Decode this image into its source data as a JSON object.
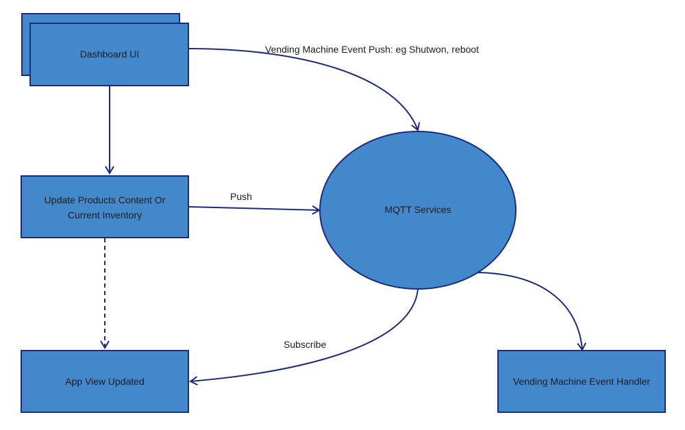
{
  "colors": {
    "node_fill": "#4488cc",
    "node_stroke": "#1a2a80",
    "edge": "#1a2a80"
  },
  "nodes": {
    "dashboard_ui": "Dashboard UI",
    "update_products": [
      "Update Products Content Or",
      "Current Inventory"
    ],
    "mqtt_services": "MQTT Services",
    "app_view_updated": "App View Updated",
    "event_handler": "Vending Machine Event Handler"
  },
  "edges": {
    "event_push": "Vending Machine Event Push: eg Shutwon, reboot",
    "push": "Push",
    "subscribe": "Subscribe"
  }
}
